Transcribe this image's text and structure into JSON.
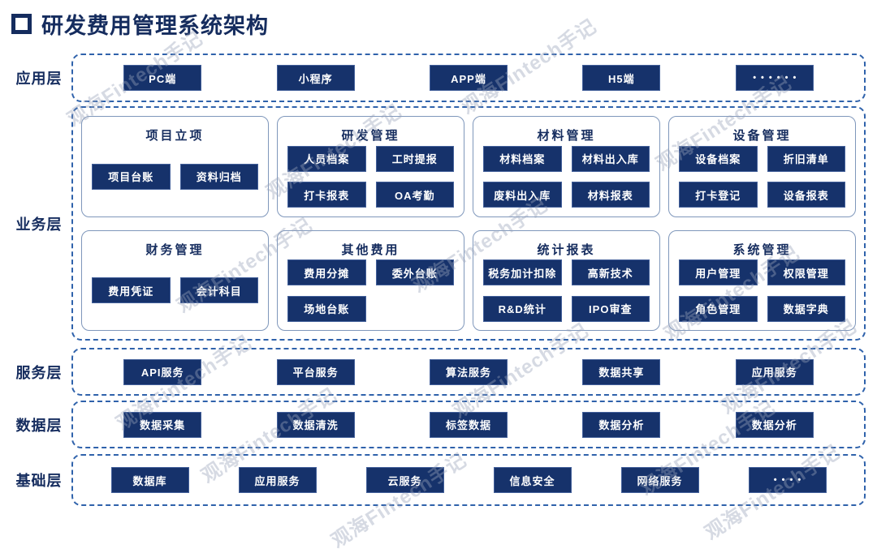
{
  "title": "研发费用管理系统架构",
  "watermark": "观海Fintech手记",
  "colors": {
    "navy": "#16326b",
    "dashed_border": "#2f62ab",
    "group_border": "#7f97bb",
    "title_navy": "#152c5e"
  },
  "layers": {
    "application": {
      "label": "应用层",
      "items": [
        "PC端",
        "小程序",
        "APP端",
        "H5端",
        "••••••"
      ]
    },
    "business": {
      "label": "业务层",
      "groups": [
        {
          "title": "项目立项",
          "items": [
            "项目台账",
            "资料归档"
          ]
        },
        {
          "title": "研发管理",
          "items": [
            "人员档案",
            "工时提报",
            "打卡报表",
            "OA考勤"
          ]
        },
        {
          "title": "材料管理",
          "items": [
            "材料档案",
            "材料出入库",
            "废料出入库",
            "材料报表"
          ]
        },
        {
          "title": "设备管理",
          "items": [
            "设备档案",
            "折旧清单",
            "打卡登记",
            "设备报表"
          ]
        },
        {
          "title": "财务管理",
          "items": [
            "费用凭证",
            "会计科目"
          ]
        },
        {
          "title": "其他费用",
          "items": [
            "费用分摊",
            "委外台账",
            "场地台账"
          ]
        },
        {
          "title": "统计报表",
          "items": [
            "税务加计扣除",
            "高新技术",
            "R&D统计",
            "IPO审查"
          ]
        },
        {
          "title": "系统管理",
          "items": [
            "用户管理",
            "权限管理",
            "角色管理",
            "数据字典"
          ]
        }
      ]
    },
    "service": {
      "label": "服务层",
      "items": [
        "API服务",
        "平台服务",
        "算法服务",
        "数据共享",
        "应用服务"
      ]
    },
    "data": {
      "label": "数据层",
      "items": [
        "数据采集",
        "数据清洗",
        "标签数据",
        "数据分析",
        "数据分析"
      ]
    },
    "infrastructure": {
      "label": "基础层",
      "items": [
        "数据库",
        "应用服务",
        "云服务",
        "信息安全",
        "网络服务",
        "••••"
      ]
    }
  }
}
